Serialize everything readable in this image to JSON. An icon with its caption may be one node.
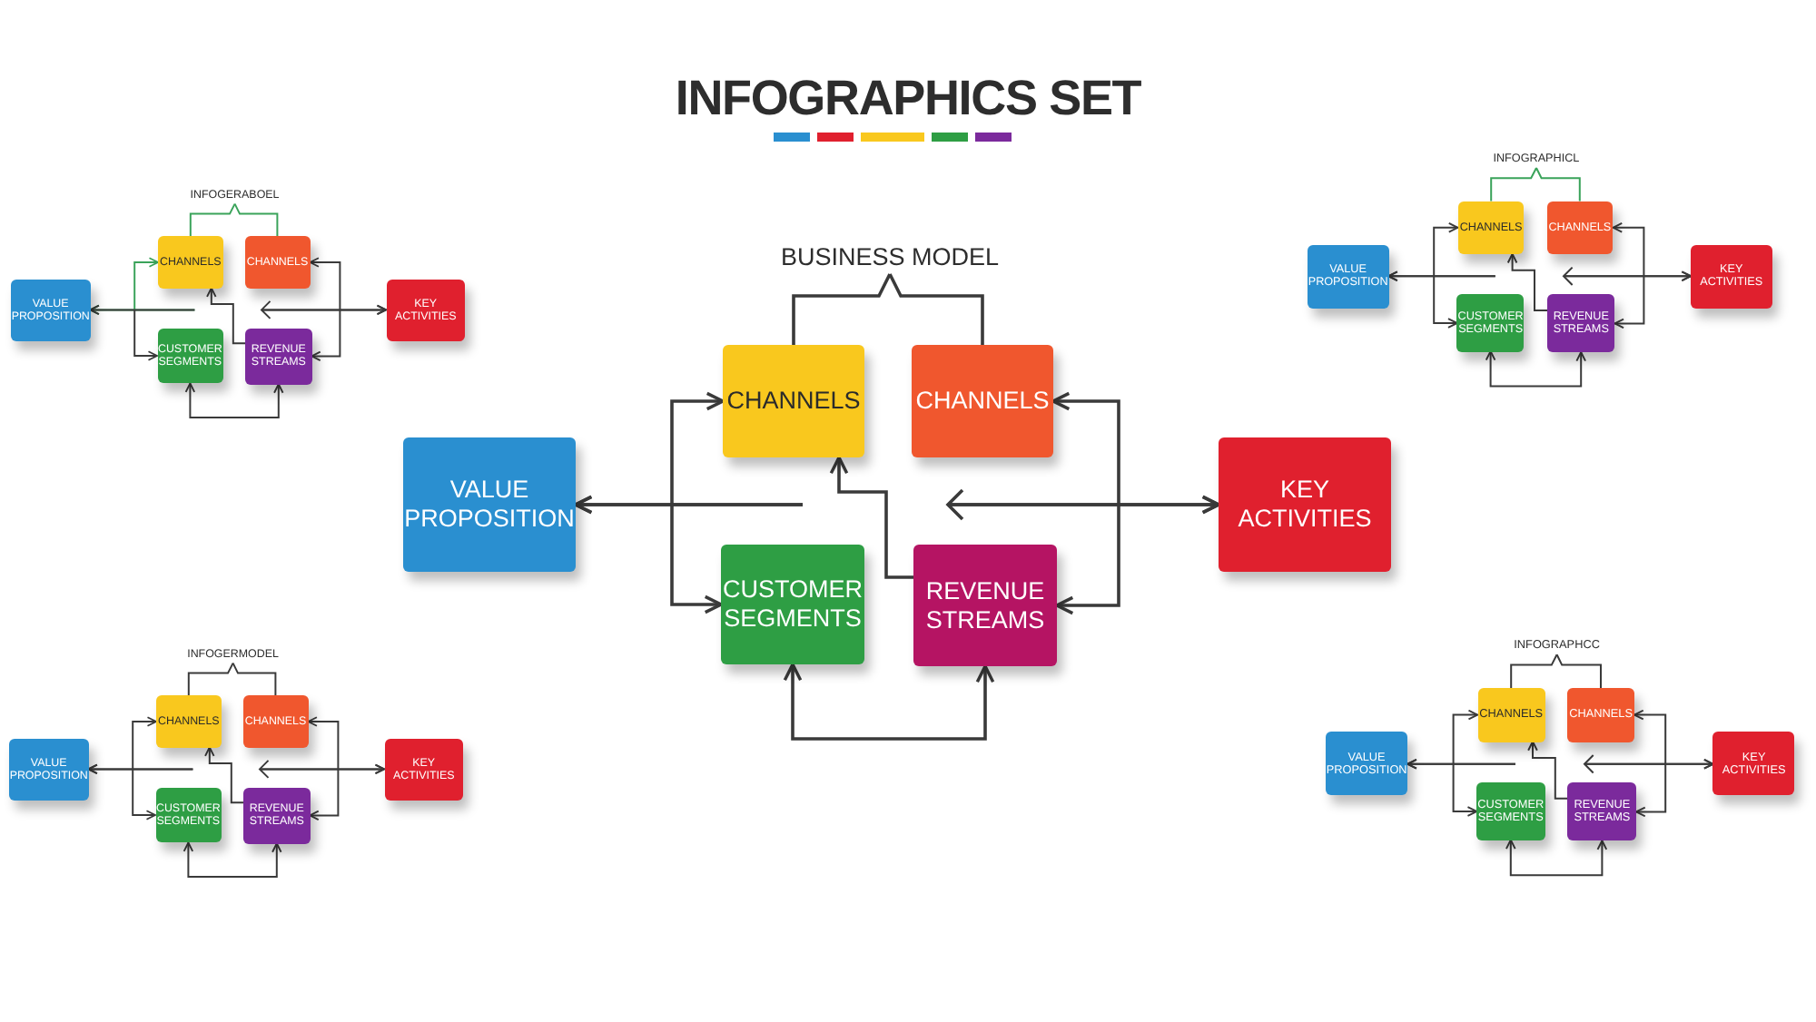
{
  "diagram": {
    "title": "INFOGRAPHICS SET",
    "nodes": [
      {
        "text": [
          "BUSINESS MODEL"
        ]
      },
      {
        "text": [
          "CHANNELS"
        ]
      },
      {
        "text": [
          "CHANNELS"
        ]
      },
      {
        "text": [
          "VALUE PROPOSITION"
        ]
      },
      {
        "text": [
          "KEY ACTIVITIES"
        ]
      },
      {
        "text": [
          "CUSTOMER SEGMENTS"
        ]
      },
      {
        "text": [
          "REVENUE STREAMS"
        ]
      },
      {
        "text": [
          "INFOGERABOEL"
        ]
      },
      {
        "text": [
          "CHANNELS"
        ]
      },
      {
        "text": [
          "CHANNELS"
        ]
      },
      {
        "text": [
          "VALUE PROPOSITION"
        ]
      },
      {
        "text": [
          "KEY ACTIVITIES"
        ]
      },
      {
        "text": [
          "CUSTOMER SEGMENTS"
        ]
      },
      {
        "text": [
          "REVENUE STREAMS"
        ]
      },
      {
        "text": [
          "INFOGRAPHICL"
        ]
      },
      {
        "text": [
          "CHANNELS"
        ]
      },
      {
        "text": [
          "CHANNELS"
        ]
      },
      {
        "text": [
          "VALUE PROPOSITION"
        ]
      },
      {
        "text": [
          "KEY ACTIVITIES"
        ]
      },
      {
        "text": [
          "CUSTOMER SEGMENTS"
        ]
      },
      {
        "text": [
          "REVENUE STREAMS"
        ]
      },
      {
        "text": [
          "INFOGERMODEL"
        ]
      },
      {
        "text": [
          "CHANNELS"
        ]
      },
      {
        "text": [
          "CHANNELS"
        ]
      },
      {
        "text": [
          "VALUE PROPOSITION"
        ]
      },
      {
        "text": [
          "KEY ACTIVITIES"
        ]
      },
      {
        "text": [
          "CUSTOMER SEGMENTS"
        ]
      },
      {
        "text": [
          "REVENUE STREAMS"
        ]
      },
      {
        "text": [
          "INFOGRAPHCC"
        ]
      },
      {
        "text": [
          "CHANNELS"
        ]
      },
      {
        "text": [
          "CHANNELS"
        ]
      },
      {
        "text": [
          "VALUE PROPOSITION"
        ]
      },
      {
        "text": [
          "KEY ACTIVITIES"
        ]
      },
      {
        "text": [
          "CUSTOMER SEGMENTS"
        ]
      },
      {
        "text": [
          "REVENUE STREAMS"
        ]
      }
    ],
    "edges": [
      {
        "from": 0,
        "to": 1,
        "arrow": "none"
      },
      {
        "from": 0,
        "to": 2,
        "arrow": "none"
      },
      {
        "from": 3,
        "to": 1,
        "arrow": "both"
      },
      {
        "from": 3,
        "to": 5,
        "arrow": "both"
      },
      {
        "from": 6,
        "to": 1,
        "arrow": "to"
      },
      {
        "from": 4,
        "to": 2,
        "arrow": "both"
      },
      {
        "from": 4,
        "to": 6,
        "arrow": "both"
      },
      {
        "from": 5,
        "to": 6,
        "arrow": "both"
      },
      {
        "from": 7,
        "to": 8,
        "arrow": "none",
        "color": "#3aa35a"
      },
      {
        "from": 7,
        "to": 9,
        "arrow": "none",
        "color": "#3aa35a"
      },
      {
        "from": 10,
        "to": 8,
        "arrow": "both",
        "color": "#3aa35a"
      },
      {
        "from": 10,
        "to": 12,
        "arrow": "both"
      },
      {
        "from": 13,
        "to": 8,
        "arrow": "to"
      },
      {
        "from": 11,
        "to": 9,
        "arrow": "both"
      },
      {
        "from": 11,
        "to": 13,
        "arrow": "both"
      },
      {
        "from": 12,
        "to": 13,
        "arrow": "both"
      },
      {
        "from": 14,
        "to": 15,
        "arrow": "none",
        "color": "#3aa35a"
      },
      {
        "from": 14,
        "to": 16,
        "arrow": "none",
        "color": "#3aa35a"
      },
      {
        "from": 17,
        "to": 15,
        "arrow": "both"
      },
      {
        "from": 17,
        "to": 19,
        "arrow": "both"
      },
      {
        "from": 20,
        "to": 15,
        "arrow": "to"
      },
      {
        "from": 18,
        "to": 16,
        "arrow": "both"
      },
      {
        "from": 18,
        "to": 20,
        "arrow": "both"
      },
      {
        "from": 19,
        "to": 20,
        "arrow": "both"
      },
      {
        "from": 21,
        "to": 22,
        "arrow": "none"
      },
      {
        "from": 21,
        "to": 23,
        "arrow": "none"
      },
      {
        "from": 24,
        "to": 22,
        "arrow": "both"
      },
      {
        "from": 24,
        "to": 26,
        "arrow": "both"
      },
      {
        "from": 27,
        "to": 22,
        "arrow": "to"
      },
      {
        "from": 25,
        "to": 23,
        "arrow": "both"
      },
      {
        "from": 25,
        "to": 27,
        "arrow": "both"
      },
      {
        "from": 26,
        "to": 27,
        "arrow": "both"
      },
      {
        "from": 28,
        "to": 29,
        "arrow": "none"
      },
      {
        "from": 28,
        "to": 30,
        "arrow": "none"
      },
      {
        "from": 31,
        "to": 29,
        "arrow": "both"
      },
      {
        "from": 31,
        "to": 33,
        "arrow": "both"
      },
      {
        "from": 34,
        "to": 29,
        "arrow": "to"
      },
      {
        "from": 32,
        "to": 30,
        "arrow": "both"
      },
      {
        "from": 32,
        "to": 34,
        "arrow": "both"
      },
      {
        "from": 33,
        "to": 34,
        "arrow": "both"
      }
    ]
  }
}
